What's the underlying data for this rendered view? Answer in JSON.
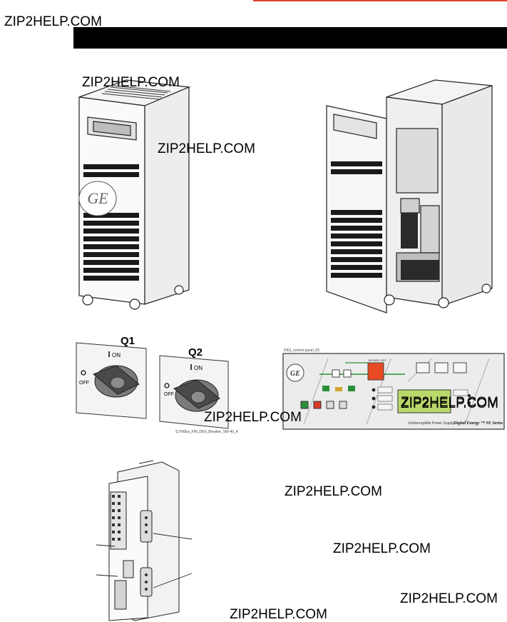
{
  "watermark": "ZIP2HELP.COM",
  "switches": {
    "q1": {
      "label": "Q1",
      "on": "ON",
      "off": "OFF"
    },
    "q2": {
      "label": "Q2",
      "on": "ON",
      "off": "OFF"
    },
    "caption": "SJ760ba_FIN_DIGI_Breaker_SW-40_A"
  },
  "panel": {
    "top_label": "DIGI_control panel_05",
    "bypass_label": "BYPASS OFF",
    "lcd_text": "ZIP2HELP.COM",
    "brand_text": "Uninterruptible Power Supply",
    "series_text": "Digital Energy ™ SE Series"
  }
}
